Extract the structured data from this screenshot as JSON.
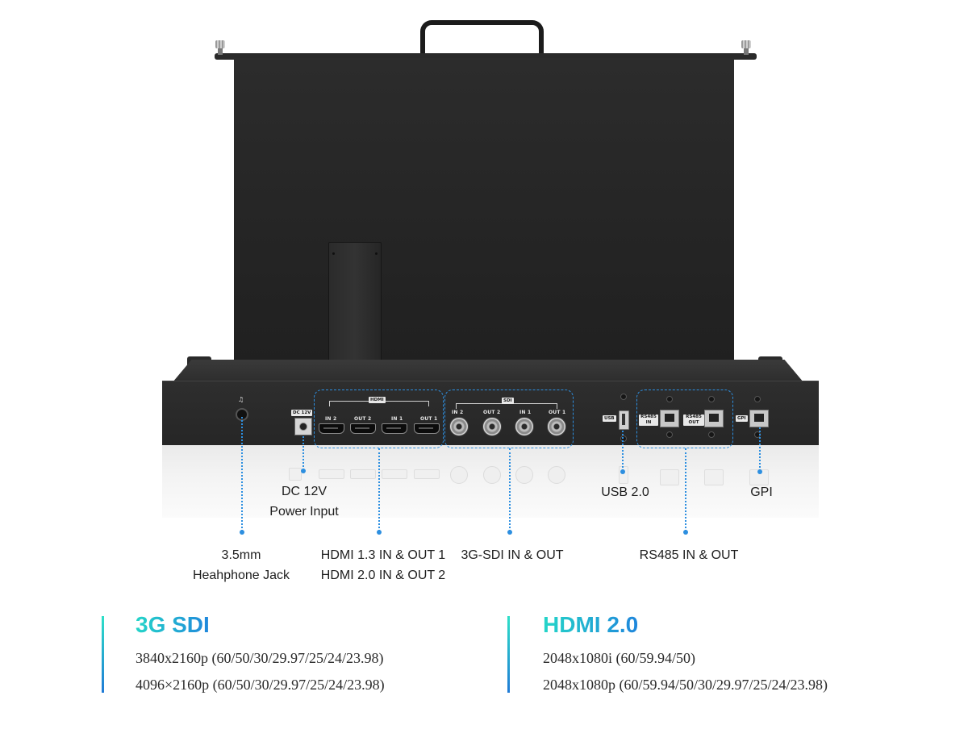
{
  "device": {
    "panel_labels": {
      "dc": "DC 12V",
      "hdmi_group": "HDMI",
      "sdi_group": "SDI",
      "hdmi_ports": [
        "IN 2",
        "OUT 2",
        "IN 1",
        "OUT 1"
      ],
      "sdi_ports": [
        "IN 2",
        "OUT 2",
        "IN 1",
        "OUT 1"
      ],
      "usb": "USB",
      "rs485_in": "RS485 IN",
      "rs485_out": "RS485 OUT",
      "gpi": "GPI"
    }
  },
  "callouts": {
    "headphone": {
      "line1": "3.5mm",
      "line2": "Heahphone Jack"
    },
    "dc_power": {
      "line1": "DC 12V",
      "line2": "Power Input"
    },
    "hdmi": {
      "line1": "HDMI 1.3 IN & OUT 1",
      "line2": "HDMI 2.0 IN & OUT 2"
    },
    "sdi": {
      "line1": "3G-SDI IN & OUT"
    },
    "usb": {
      "line1": "USB 2.0"
    },
    "rs485": {
      "line1": "RS485 IN & OUT"
    },
    "gpi": {
      "line1": "GPI"
    }
  },
  "specs": [
    {
      "title": "3G SDI",
      "lines": [
        "3840x2160p (60/50/30/29.97/25/24/23.98)",
        "4096×2160p (60/50/30/29.97/25/24/23.98)"
      ]
    },
    {
      "title": "HDMI 2.0",
      "lines": [
        "2048x1080i (60/59.94/50)",
        "2048x1080p (60/59.94/50/30/29.97/25/24/23.98)"
      ]
    }
  ],
  "colors": {
    "accent_blue": "#2d8fe0",
    "title_gradient_start": "#24d5c8",
    "title_gradient_end": "#1f86dc",
    "chassis": "#262626"
  }
}
